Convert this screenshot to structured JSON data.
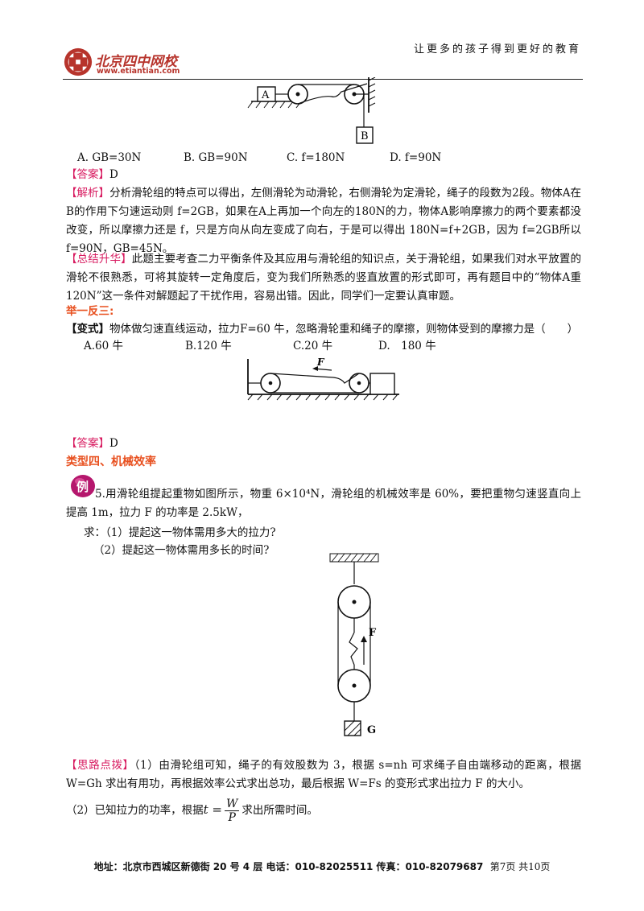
{
  "header": {
    "slogan": "让更多的孩子得到更好的教育",
    "logo_text": "北京四中网校",
    "logo_url": "www.etiantian.com",
    "brand_color": "#b7342c"
  },
  "figure1": {
    "label_a": "A",
    "label_b": "B"
  },
  "q_prev": {
    "options": [
      "A. GB=30N",
      "B. GB=90N",
      "C. f=180N",
      "D. f=90N"
    ],
    "answer_tag": "【答案】",
    "answer": "D",
    "analysis_tag": "【解析】",
    "analysis": "分析滑轮组的特点可以得出，左侧滑轮为动滑轮，右侧滑轮为定滑轮，绳子的段数为2段。物体A在B的作用下匀速运动则 f=2GB，如果在A上再加一个向左的180N的力，物体A影响摩擦力的两个要素都没改变，所以摩擦力还是 f，只是方向从向左变成了向右，于是可以得出 180N=f+2GB，因为 f=2GB所以f=90N，GB=45N。",
    "summary_tag": "【总结升华】",
    "summary": "此题主要考查二力平衡条件及其应用与滑轮组的知识点，关于滑轮组，如果我们对水平放置的滑轮不很熟悉，可将其旋转一定角度后，变为我们所熟悉的竖直放置的形式即可，再有题目中的“物体A重120N”这一条件对解题起了干扰作用，容易出错。因此，同学们一定要认真审题。"
  },
  "variant": {
    "heading": "举一反三:",
    "tag": "【变式】",
    "text": "物体做匀速直线运动，拉力F=60 牛，忽略滑轮重和绳子的摩擦，则物体受到的摩擦力是（　　）",
    "options": [
      "A.60 牛",
      "B.120 牛",
      "C.20 牛",
      "D.　180 牛"
    ],
    "figure_label": "F",
    "answer_tag": "【答案】",
    "answer": "D"
  },
  "section4": {
    "title": "类型四、机械效率",
    "badge": "例",
    "question": "5.用滑轮组提起重物如图所示，物重 6×10⁴N，滑轮组的机械效率是 60%，要把重物匀速竖直向上提高 1m，拉力 F 的功率是 2.5kW，",
    "ask_1": "求：（1）提起这一物体需用多大的拉力?",
    "ask_2": "（2）提起这一物体需用多长的时间?",
    "figure_label_f": "F",
    "figure_label_g": "G",
    "hint_tag": "【思路点拨】",
    "hint_1": "（1）由滑轮组可知，绳子的有效股数为 3，根据 s=nh 可求绳子自由端移动的距离，根据 W=Gh 求出有用功，再根据效率公式求出总功，最后根据 W=Fs 的变形式求出拉力 F 的大小。",
    "hint_2_pre": "（2）已知拉力的功率，根据",
    "hint_2_lhs": "t =",
    "hint_2_num": "W",
    "hint_2_den": "P",
    "hint_2_post": "求出所需时间。"
  },
  "footer": {
    "address": "地址：北京市西城区新德街 20 号 4 层  电话：010-82025511  传真：010-82079687",
    "page": "第7页  共10页"
  }
}
